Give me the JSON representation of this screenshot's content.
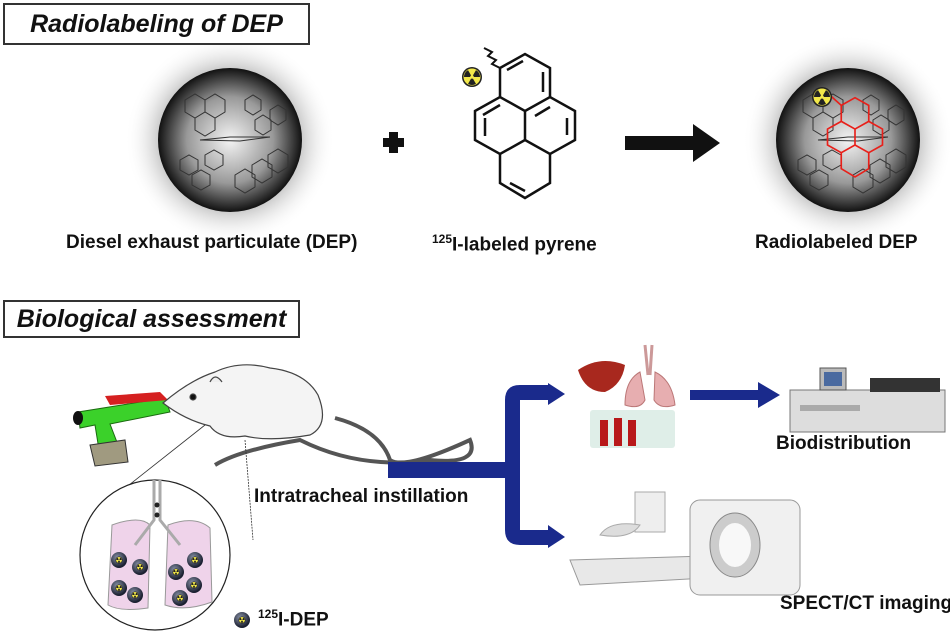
{
  "sections": {
    "radiolabeling_title": "Radiolabeling of DEP",
    "biological_title": "Biological assessment"
  },
  "labels": {
    "dep": "Diesel exhaust particulate (DEP)",
    "pyrene_sup": "125",
    "pyrene_text": "I-labeled pyrene",
    "radiolabeled_dep": "Radiolabeled DEP",
    "instillation": "Intratracheal instillation",
    "legend_sup": "125",
    "legend_text": "I-DEP",
    "biodistribution": "Biodistribution",
    "spect": "SPECT/CT imaging",
    "plus": "+"
  },
  "colors": {
    "flow_arrow": "#1a2a8c",
    "radiolabel": "#e8201a",
    "radiation_yellow": "#f2e84a",
    "lung_pink": "#efd3ea"
  },
  "icons": [
    "radiation-icon",
    "pyrene-structure",
    "particle-sphere",
    "rat",
    "instillation-device",
    "lungs",
    "liver",
    "blood-tubes",
    "gamma-counter",
    "spect-ct-scanner"
  ]
}
